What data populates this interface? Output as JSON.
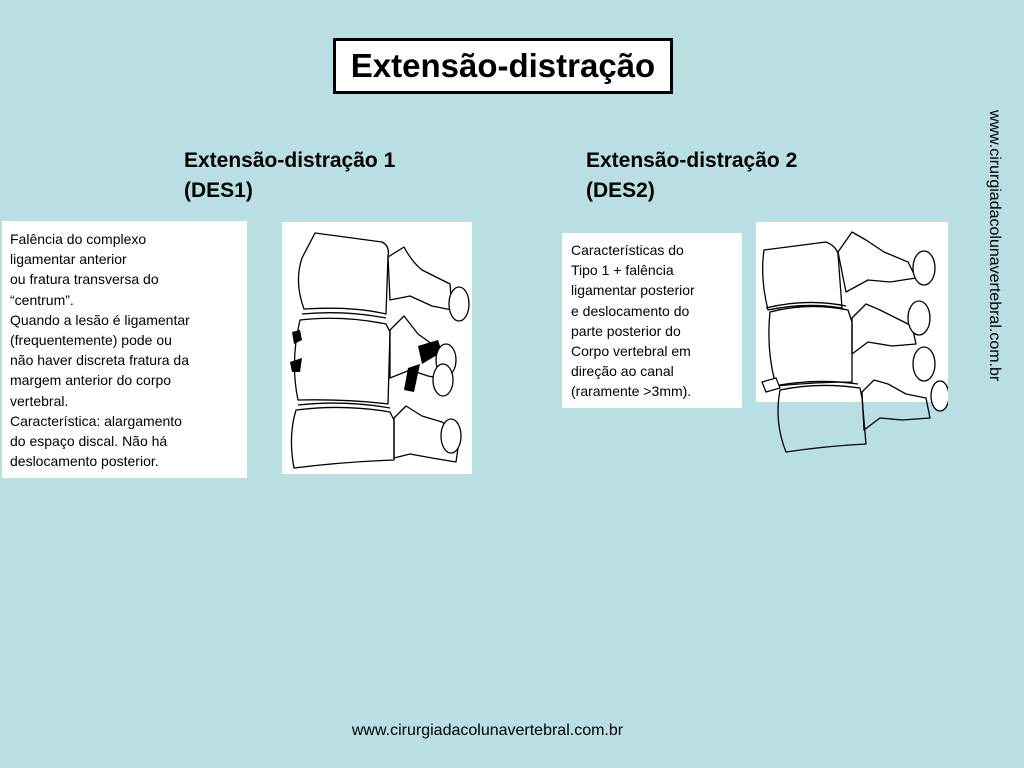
{
  "title": "Extensão-distração",
  "sections": [
    {
      "heading_lines": [
        "Extensão-distração 1",
        "(DES1)"
      ],
      "description_lines": [
        "Falência do complexo",
        "ligamentar anterior",
        "ou fratura transversa do",
        "“centrum”.",
        "Quando a lesão é ligamentar",
        "(frequentemente) pode ou",
        "não haver discreta fratura da",
        "margem anterior do corpo",
        "vertebral.",
        "Característica: alargamento",
        "do espaço discal. Não há",
        "deslocamento posterior."
      ]
    },
    {
      "heading_lines": [
        "Extensão-distração 2",
        "(DES2)"
      ],
      "description_lines": [
        "Características do",
        "Tipo 1 + falência",
        "ligamentar posterior",
        "e deslocamento do",
        "parte posterior do",
        "Corpo vertebral em",
        "direção ao canal",
        "(raramente >3mm)."
      ]
    }
  ],
  "website_vertical": "www.cirurgiadacolunavertebral.com.br",
  "footer": "www.cirurgiadacolunavertebral.com.br"
}
